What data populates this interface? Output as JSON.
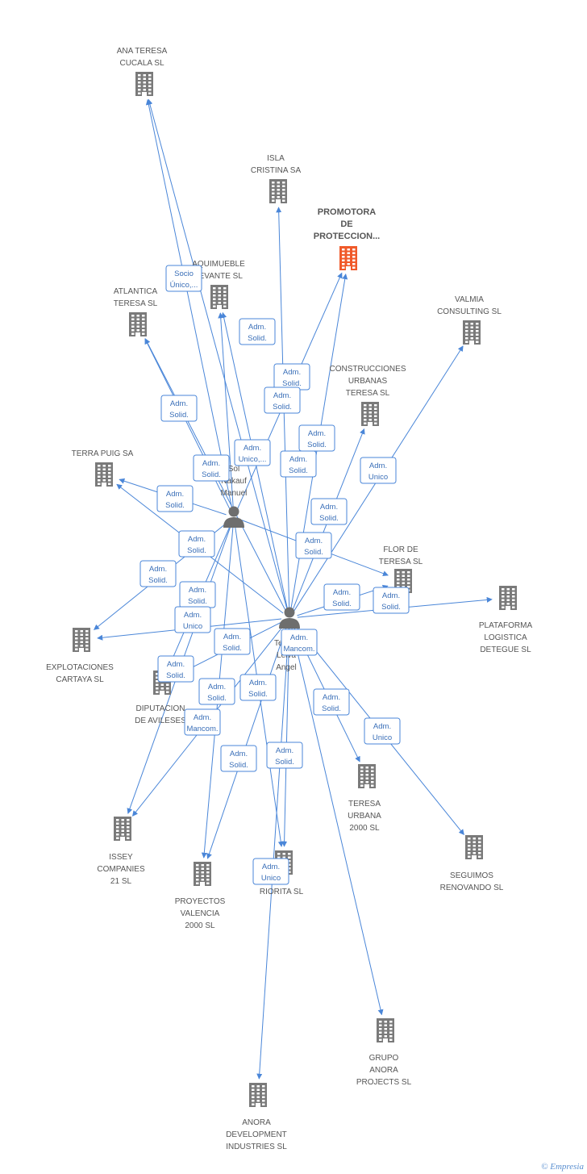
{
  "colors": {
    "edge": "#4a86d8",
    "company": "#7a7a7a",
    "focus_company": "#f05a2a",
    "person": "#6e6e6e"
  },
  "nodes": [
    {
      "id": "ana_teresa",
      "type": "company",
      "label": [
        "ANA TERESA",
        "CUCALA SL"
      ]
    },
    {
      "id": "isla",
      "type": "company",
      "label": [
        "ISLA",
        "CRISTINA SA"
      ]
    },
    {
      "id": "promotora",
      "type": "company",
      "focus": true,
      "label": [
        "PROMOTORA",
        "DE",
        "PROTECCION..."
      ]
    },
    {
      "id": "aquimueble",
      "type": "company",
      "label": [
        "AQUIMUEBLE",
        "LEVANTE SL"
      ]
    },
    {
      "id": "atlantica",
      "type": "company",
      "label": [
        "ATLANTICA",
        "TERESA SL"
      ]
    },
    {
      "id": "valmia",
      "type": "company",
      "label": [
        "VALMIA",
        "CONSULTING SL"
      ]
    },
    {
      "id": "construcciones",
      "type": "company",
      "label": [
        "CONSTRUCCIONES",
        "URBANAS",
        "TERESA SL"
      ]
    },
    {
      "id": "terra_puig",
      "type": "company",
      "label": [
        "TERRA PUIG SA"
      ]
    },
    {
      "id": "flor",
      "type": "company",
      "label": [
        "FLOR DE",
        "TERESA SL"
      ]
    },
    {
      "id": "plataforma",
      "type": "company",
      "label": [
        "PLATAFORMA",
        "LOGISTICA",
        "DETEGUE SL"
      ]
    },
    {
      "id": "explotaciones",
      "type": "company",
      "label": [
        "EXPLOTACIONES",
        "CARTAYA SL"
      ]
    },
    {
      "id": "diputacion",
      "type": "company",
      "label": [
        "DIPUTACION",
        "DE AVILESES"
      ]
    },
    {
      "id": "teresa_urbana",
      "type": "company",
      "label": [
        "TERESA",
        "URBANA",
        "2000 SL"
      ]
    },
    {
      "id": "seguimos",
      "type": "company",
      "label": [
        "SEGUIMOS",
        "RENOVANDO SL"
      ]
    },
    {
      "id": "issey",
      "type": "company",
      "label": [
        "ISSEY",
        "COMPANIES",
        "21 SL"
      ]
    },
    {
      "id": "proyectos",
      "type": "company",
      "label": [
        "PROYECTOS",
        "VALENCIA",
        "2000 SL"
      ]
    },
    {
      "id": "riorita",
      "type": "company",
      "label": [
        "RIORITA SL"
      ]
    },
    {
      "id": "grupo_anora",
      "type": "company",
      "label": [
        "GRUPO",
        "ANORA",
        "PROJECTS SL"
      ]
    },
    {
      "id": "anora_dev",
      "type": "company",
      "label": [
        "ANORA",
        "DEVELOPMENT",
        "INDUSTRIES SL"
      ]
    },
    {
      "id": "person1",
      "type": "person",
      "label": [
        "Sol",
        "Nakauf",
        "Manuel"
      ]
    },
    {
      "id": "person2",
      "type": "person",
      "label": [
        "Teresa",
        "Leiva",
        "Angel"
      ]
    }
  ],
  "edges": [
    {
      "from": "person1",
      "to": "ana_teresa"
    },
    {
      "from": "person1",
      "to": "atlantica"
    },
    {
      "from": "person1",
      "to": "terra_puig"
    },
    {
      "from": "person1",
      "to": "explotaciones"
    },
    {
      "from": "person1",
      "to": "issey"
    },
    {
      "from": "person1",
      "to": "proyectos"
    },
    {
      "from": "person1",
      "to": "riorita"
    },
    {
      "from": "person1",
      "to": "flor"
    },
    {
      "from": "person1",
      "to": "aquimueble"
    },
    {
      "from": "person1",
      "to": "promotora"
    },
    {
      "from": "person1",
      "to": "diputacion"
    },
    {
      "from": "person2",
      "to": "ana_teresa"
    },
    {
      "from": "person2",
      "to": "isla"
    },
    {
      "from": "person2",
      "to": "promotora"
    },
    {
      "from": "person2",
      "to": "aquimueble"
    },
    {
      "from": "person2",
      "to": "atlantica"
    },
    {
      "from": "person2",
      "to": "valmia"
    },
    {
      "from": "person2",
      "to": "construcciones"
    },
    {
      "from": "person2",
      "to": "terra_puig"
    },
    {
      "from": "person2",
      "to": "flor"
    },
    {
      "from": "person2",
      "to": "plataforma"
    },
    {
      "from": "person2",
      "to": "explotaciones"
    },
    {
      "from": "person2",
      "to": "diputacion"
    },
    {
      "from": "person2",
      "to": "teresa_urbana"
    },
    {
      "from": "person2",
      "to": "seguimos"
    },
    {
      "from": "person2",
      "to": "issey"
    },
    {
      "from": "person2",
      "to": "proyectos"
    },
    {
      "from": "person2",
      "to": "riorita"
    },
    {
      "from": "person2",
      "to": "grupo_anora"
    },
    {
      "from": "person2",
      "to": "anora_dev"
    }
  ],
  "edge_labels": [
    {
      "lines": [
        "Socio",
        "Único,..."
      ]
    },
    {
      "lines": [
        "Adm.",
        "Solid."
      ]
    },
    {
      "lines": [
        "Adm.",
        "Solid."
      ]
    },
    {
      "lines": [
        "Adm.",
        "Solid."
      ]
    },
    {
      "lines": [
        "Adm.",
        "Solid."
      ]
    },
    {
      "lines": [
        "Adm.",
        "Solid."
      ]
    },
    {
      "lines": [
        "Adm.",
        "Unico,..."
      ]
    },
    {
      "lines": [
        "Adm.",
        "Solid."
      ]
    },
    {
      "lines": [
        "Adm.",
        "Solid."
      ]
    },
    {
      "lines": [
        "Adm.",
        "Unico"
      ]
    },
    {
      "lines": [
        "Adm.",
        "Solid."
      ]
    },
    {
      "lines": [
        "Adm.",
        "Solid."
      ]
    },
    {
      "lines": [
        "Adm.",
        "Solid."
      ]
    },
    {
      "lines": [
        "Adm.",
        "Solid."
      ]
    },
    {
      "lines": [
        "Adm.",
        "Solid."
      ]
    },
    {
      "lines": [
        "Adm.",
        "Solid."
      ]
    },
    {
      "lines": [
        "Adm.",
        "Solid."
      ]
    },
    {
      "lines": [
        "Adm.",
        "Unico"
      ]
    },
    {
      "lines": [
        "Adm.",
        "Solid."
      ]
    },
    {
      "lines": [
        "Adm.",
        "Solid."
      ]
    },
    {
      "lines": [
        "Adm.",
        "Mancom."
      ]
    },
    {
      "lines": [
        "Adm.",
        "Solid."
      ]
    },
    {
      "lines": [
        "Adm.",
        "Solid."
      ]
    },
    {
      "lines": [
        "Adm.",
        "Solid."
      ]
    },
    {
      "lines": [
        "Adm.",
        "Mancom."
      ]
    },
    {
      "lines": [
        "Adm.",
        "Unico"
      ]
    },
    {
      "lines": [
        "Adm.",
        "Solid."
      ]
    },
    {
      "lines": [
        "Adm.",
        "Solid."
      ]
    },
    {
      "lines": [
        "Adm.",
        "Unico"
      ]
    },
    {
      "lines": [
        "Adm.",
        "Solid."
      ]
    }
  ],
  "footer": {
    "copyright": "©",
    "brand": "Empresia"
  }
}
